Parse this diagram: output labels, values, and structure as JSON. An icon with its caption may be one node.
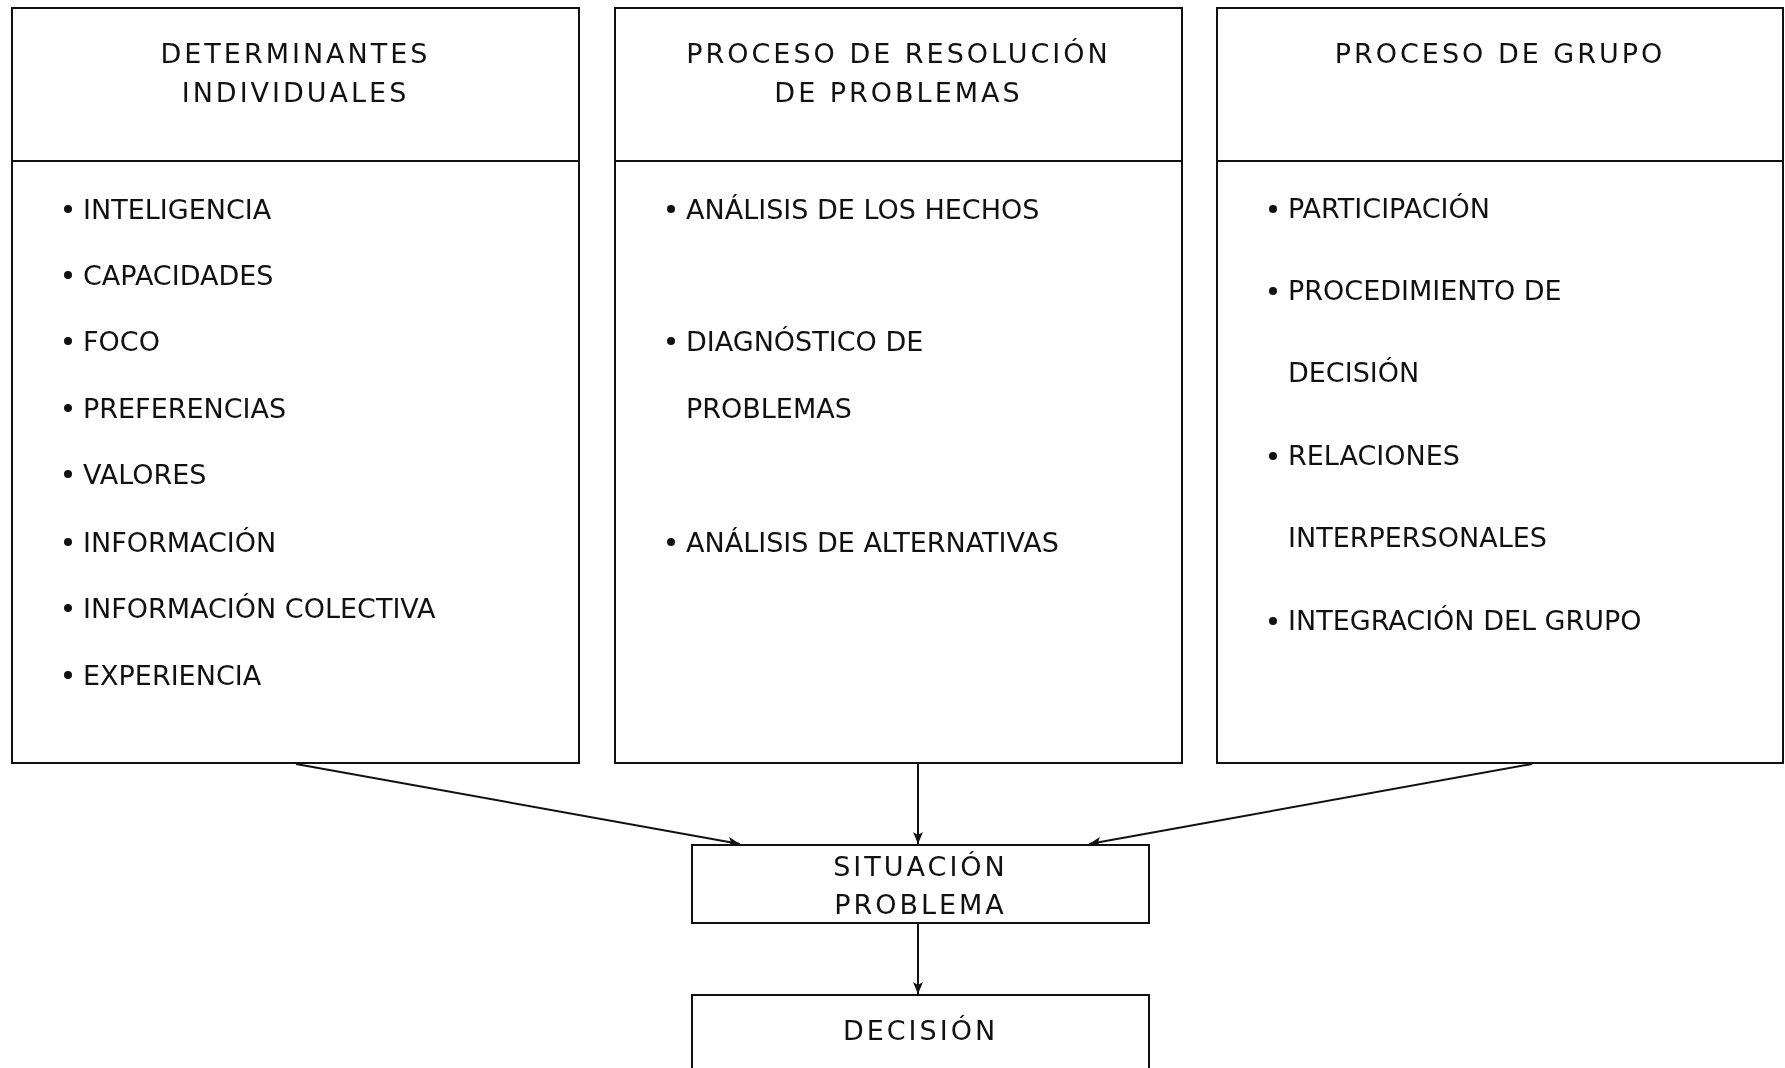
{
  "diagram": {
    "nodes": [
      {
        "text": [
          "DETERMINANTES INDIVIDUALES",
          "INTELIGENCIA",
          "CAPACIDADES",
          "FOCO",
          "PREFERENCIAS",
          "VALORES",
          "INFORMACIÓN",
          "INFORMACIÓN COLECTIVA",
          "EXPERIENCIA"
        ]
      },
      {
        "text": [
          "PROCESO DE RESOLUCIÓN DE PROBLEMAS",
          "ANÁLISIS DE LOS HECHOS",
          "DIAGNÓSTICO DE PROBLEMAS",
          "ANÁLISIS DE ALTERNATIVAS"
        ]
      },
      {
        "text": [
          "PROCESO DE GRUPO",
          "PARTICIPACIÓN",
          "PROCEDIMIENTO DE DECISIÓN",
          "RELACIONES INTERPERSONALES",
          "INTEGRACIÓN DEL GRUPO"
        ]
      },
      {
        "text": [
          "SITUACIÓN PROBLEMA"
        ]
      },
      {
        "text": [
          "DECISIÓN"
        ]
      }
    ],
    "edges": [
      {
        "from": 0,
        "to": 3,
        "arrow": "to"
      },
      {
        "from": 1,
        "to": 3,
        "arrow": "to"
      },
      {
        "from": 2,
        "to": 3,
        "arrow": "to"
      },
      {
        "from": 3,
        "to": 4,
        "arrow": "to"
      }
    ]
  }
}
